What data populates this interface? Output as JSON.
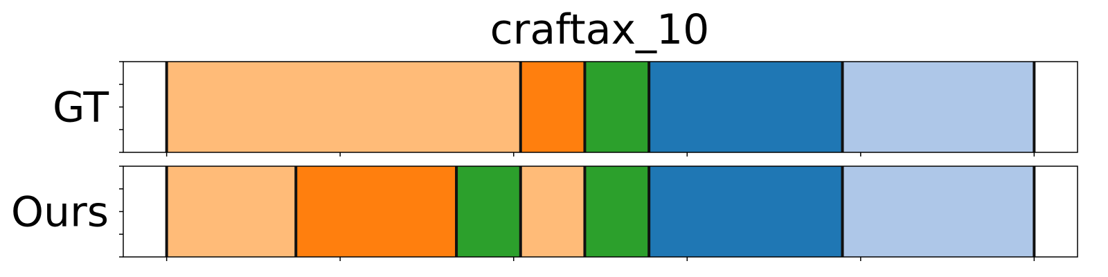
{
  "chart_data": {
    "type": "segment-timeline",
    "title": "craftax_10",
    "xlim": [
      -5,
      105
    ],
    "x_ticks": [
      0,
      20,
      40,
      60,
      80,
      100
    ],
    "y_ticks_per_row": 5,
    "rows": [
      {
        "label": "GT",
        "segments": [
          {
            "start": 0,
            "end": 40.8,
            "color": "#ffbb78"
          },
          {
            "start": 40.8,
            "end": 48.2,
            "color": "#ff7f0e"
          },
          {
            "start": 48.2,
            "end": 55.6,
            "color": "#2ca02c"
          },
          {
            "start": 55.6,
            "end": 77.9,
            "color": "#1f77b4"
          },
          {
            "start": 77.9,
            "end": 100,
            "color": "#aec7e8"
          }
        ]
      },
      {
        "label": "Ours",
        "segments": [
          {
            "start": 0,
            "end": 14.9,
            "color": "#ffbb78"
          },
          {
            "start": 14.9,
            "end": 33.4,
            "color": "#ff7f0e"
          },
          {
            "start": 33.4,
            "end": 40.8,
            "color": "#2ca02c"
          },
          {
            "start": 40.8,
            "end": 48.2,
            "color": "#ffbb78"
          },
          {
            "start": 48.2,
            "end": 55.6,
            "color": "#2ca02c"
          },
          {
            "start": 55.6,
            "end": 77.9,
            "color": "#1f77b4"
          },
          {
            "start": 77.9,
            "end": 100,
            "color": "#aec7e8"
          }
        ]
      }
    ]
  }
}
